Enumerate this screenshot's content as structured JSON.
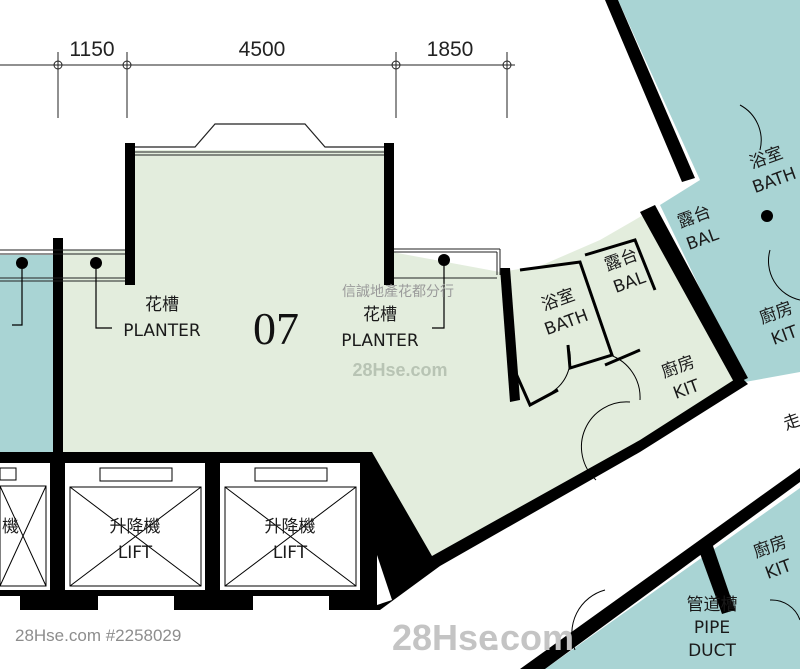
{
  "colors": {
    "unit_fill": "#e3eddd",
    "neighbor_fill": "#a9d4d4",
    "wall": "#000000",
    "lift_fill": "#ffffff"
  },
  "dimensions": [
    "1150",
    "4500",
    "1850"
  ],
  "unit_number": "07",
  "rooms": {
    "planter_left": {
      "zh": "花槽",
      "en": "PLANTER"
    },
    "planter_right": {
      "zh": "花槽",
      "en": "PLANTER"
    },
    "bath": {
      "zh": "浴室",
      "en": "BATH"
    },
    "bal": {
      "zh": "露台",
      "en": "BAL"
    },
    "kit": {
      "zh": "廚房",
      "en": "KIT"
    },
    "nb_bath": {
      "zh": "浴室",
      "en": "BATH"
    },
    "nb_bal": {
      "zh": "露台",
      "en": "BAL"
    },
    "nb_kit": {
      "zh": "廚房",
      "en": "KIT"
    },
    "nb_kit2": {
      "zh": "廚房",
      "en": "KIT"
    },
    "pipe": {
      "zh": "管道槽",
      "en": "PIPE",
      "en2": "DUCT"
    },
    "corridor": {
      "zh": "走"
    }
  },
  "lifts": [
    {
      "zh": "升降機",
      "en": "LIFT"
    },
    {
      "zh": "升降機",
      "en": "LIFT"
    },
    {
      "zh": "機",
      "en": ""
    }
  ],
  "watermarks": {
    "agency": "信誠地產花都分行",
    "site_mid": "28Hse.com",
    "site_big": "28Hse",
    "site_big_suffix": ".com",
    "listing": "28Hse.com #2258029"
  }
}
